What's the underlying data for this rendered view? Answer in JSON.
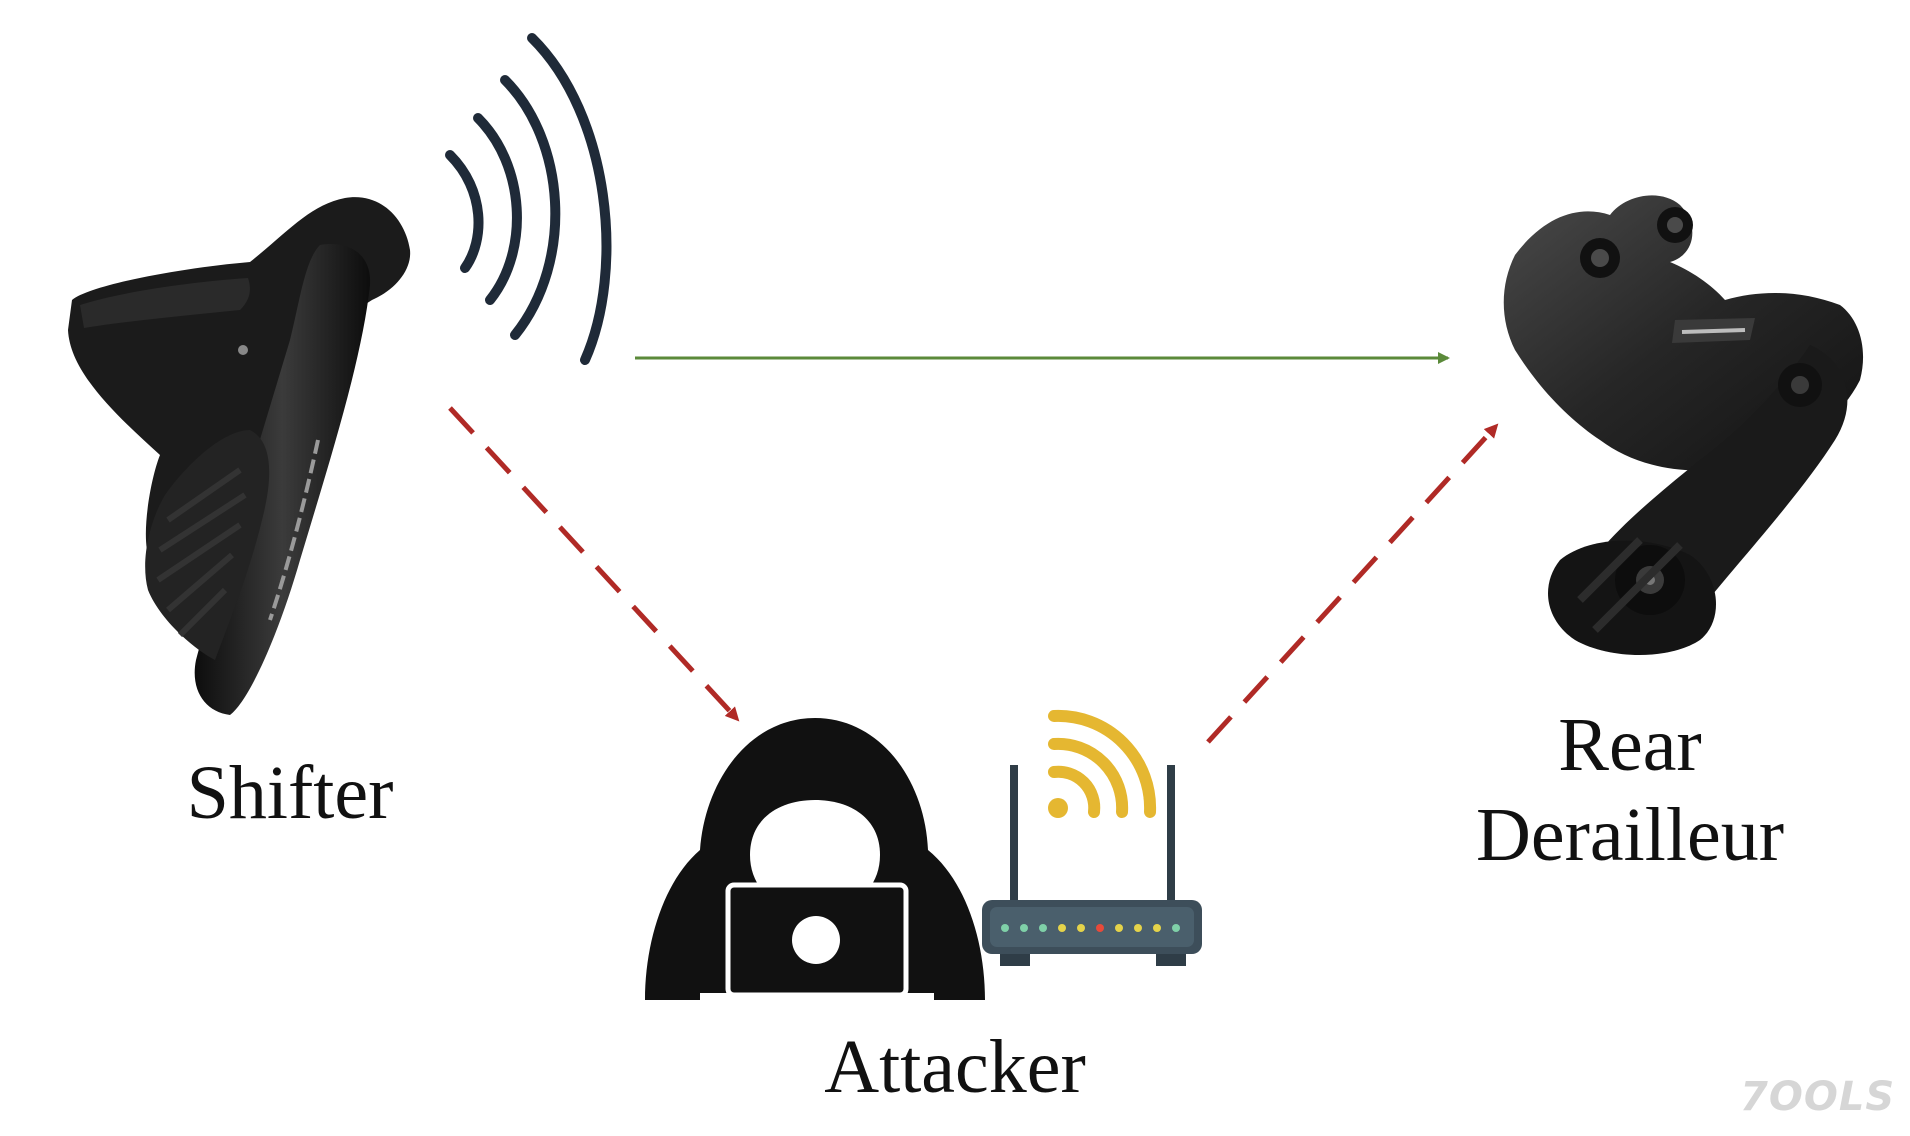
{
  "labels": {
    "shifter": "Shifter",
    "attacker": "Attacker",
    "derailleur_line1": "Rear",
    "derailleur_line2": "Derailleur"
  },
  "logo_text": "7OOLS",
  "icons": {
    "shifter": "shifter-lever-icon",
    "signal": "wireless-signal-icon",
    "attacker": "hooded-hacker-icon",
    "router": "wifi-router-icon",
    "derailleur": "rear-derailleur-icon"
  },
  "arrows": [
    {
      "from": "shifter",
      "to": "rear-derailleur",
      "style": "solid",
      "color": "#5b8a3a"
    },
    {
      "from": "shifter",
      "to": "attacker",
      "style": "dashed",
      "color": "#b02a26"
    },
    {
      "from": "attacker",
      "to": "rear-derailleur",
      "style": "dashed",
      "color": "#b02a26"
    }
  ],
  "colors": {
    "legit_arrow": "#5b8a3a",
    "attack_arrow": "#b02a26",
    "signal_waves": "#1f2a38",
    "wifi_signal": "#e5b731",
    "router_body": "#3d4e5a",
    "device_black": "#1b1b1b"
  }
}
